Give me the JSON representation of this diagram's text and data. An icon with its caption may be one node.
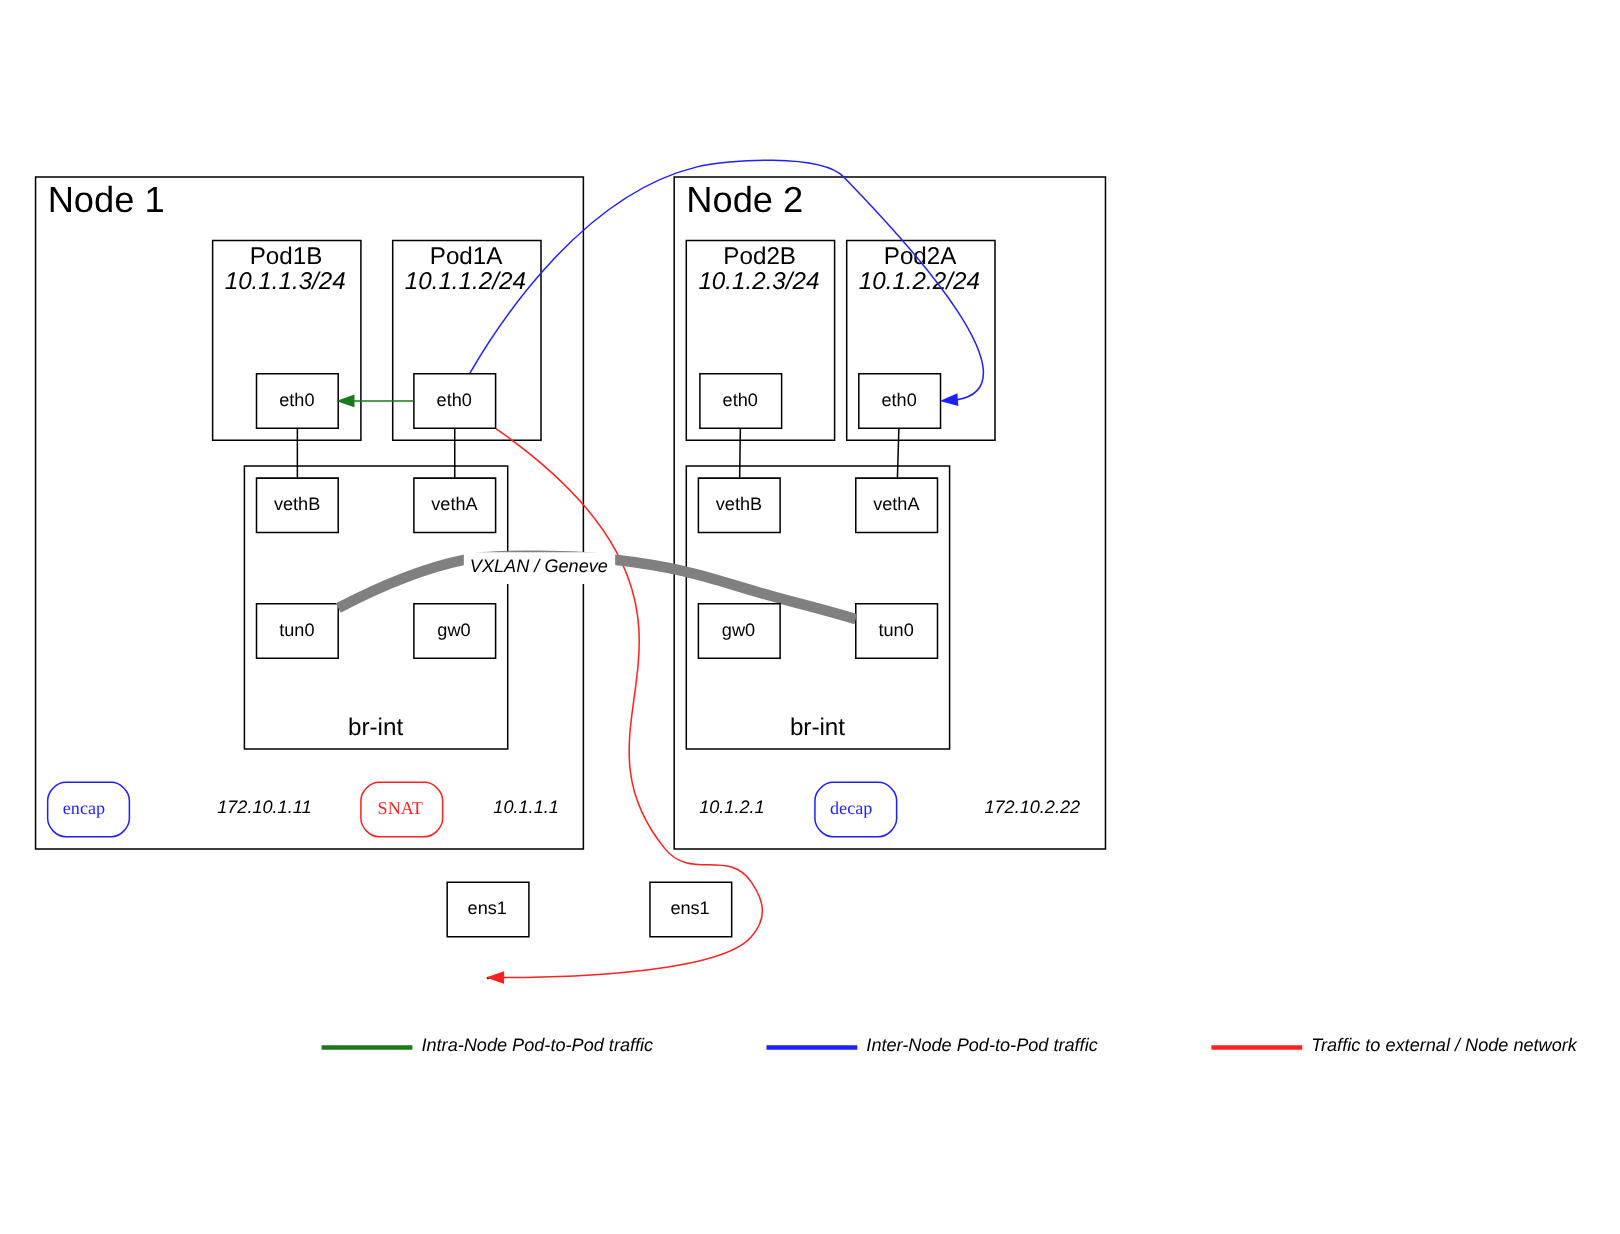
{
  "diagram": {
    "nodes": [
      {
        "text": [
          "Node 1"
        ]
      },
      {
        "text": [
          "Pod1A",
          "10.1.1.2/24"
        ],
        "in": 0
      },
      {
        "text": [
          "eth0"
        ],
        "in": 1
      },
      {
        "text": [
          "Pod1B",
          "10.1.1.3/24"
        ],
        "in": 0
      },
      {
        "text": [
          "eth0"
        ],
        "in": 3
      },
      {
        "text": [
          "br-int"
        ],
        "in": 0
      },
      {
        "text": [
          "vethA"
        ],
        "in": 5
      },
      {
        "text": [
          "vethB"
        ],
        "in": 5
      },
      {
        "text": [
          "gw0"
        ],
        "in": 5
      },
      {
        "text": [
          "tun0"
        ],
        "in": 5
      },
      {
        "text": [
          "encap"
        ],
        "in": 0
      },
      {
        "text": [
          "SNAT"
        ],
        "in": 0
      },
      {
        "text": [
          "ens1"
        ]
      },
      {
        "text": [
          "Node 2"
        ]
      },
      {
        "text": [
          "Pod2A",
          "10.1.2.2/24"
        ],
        "in": 13
      },
      {
        "text": [
          "eth0"
        ],
        "in": 14
      },
      {
        "text": [
          "Pod2B",
          "10.1.2.3/24"
        ],
        "in": 13
      },
      {
        "text": [
          "eth0"
        ],
        "in": 16
      },
      {
        "text": [
          "br-int"
        ],
        "in": 13
      },
      {
        "text": [
          "vethA"
        ],
        "in": 18
      },
      {
        "text": [
          "vethB"
        ],
        "in": 18
      },
      {
        "text": [
          "tun0"
        ],
        "in": 18
      },
      {
        "text": [
          "gw0"
        ],
        "in": 18
      },
      {
        "text": [
          "decap"
        ],
        "in": 13
      },
      {
        "text": [
          "ens1"
        ]
      }
    ],
    "edges": [
      {
        "from": 2,
        "to": 6,
        "arrow": "none"
      },
      {
        "from": 4,
        "to": 7,
        "arrow": "none"
      },
      {
        "from": 15,
        "to": 19,
        "arrow": "none"
      },
      {
        "from": 17,
        "to": 20,
        "arrow": "none"
      },
      {
        "from": 9,
        "to": 21,
        "arrow": "none",
        "label": "VXLAN / Geneve",
        "style": "thick",
        "color": "#808080"
      },
      {
        "from": 2,
        "to": 4,
        "arrow": "to",
        "color": "#1a7a1a"
      },
      {
        "from": 2,
        "to": 15,
        "arrow": "to",
        "color": "#1f1fff"
      },
      {
        "from": 2,
        "to": null,
        "arrow": "to",
        "color": "#ff2020"
      }
    ],
    "labels": [
      "10.1.1.1",
      "172.10.1.11",
      "172.10.2.22",
      "10.1.2.1"
    ],
    "legend": [
      {
        "text": "Intra-Node Pod-to-Pod traffic",
        "color": "#1a7a1a"
      },
      {
        "text": "Inter-Node Pod-to-Pod traffic",
        "color": "#1f1fff"
      },
      {
        "text": "Traffic to external / Node network",
        "color": "#ff2020"
      }
    ]
  }
}
